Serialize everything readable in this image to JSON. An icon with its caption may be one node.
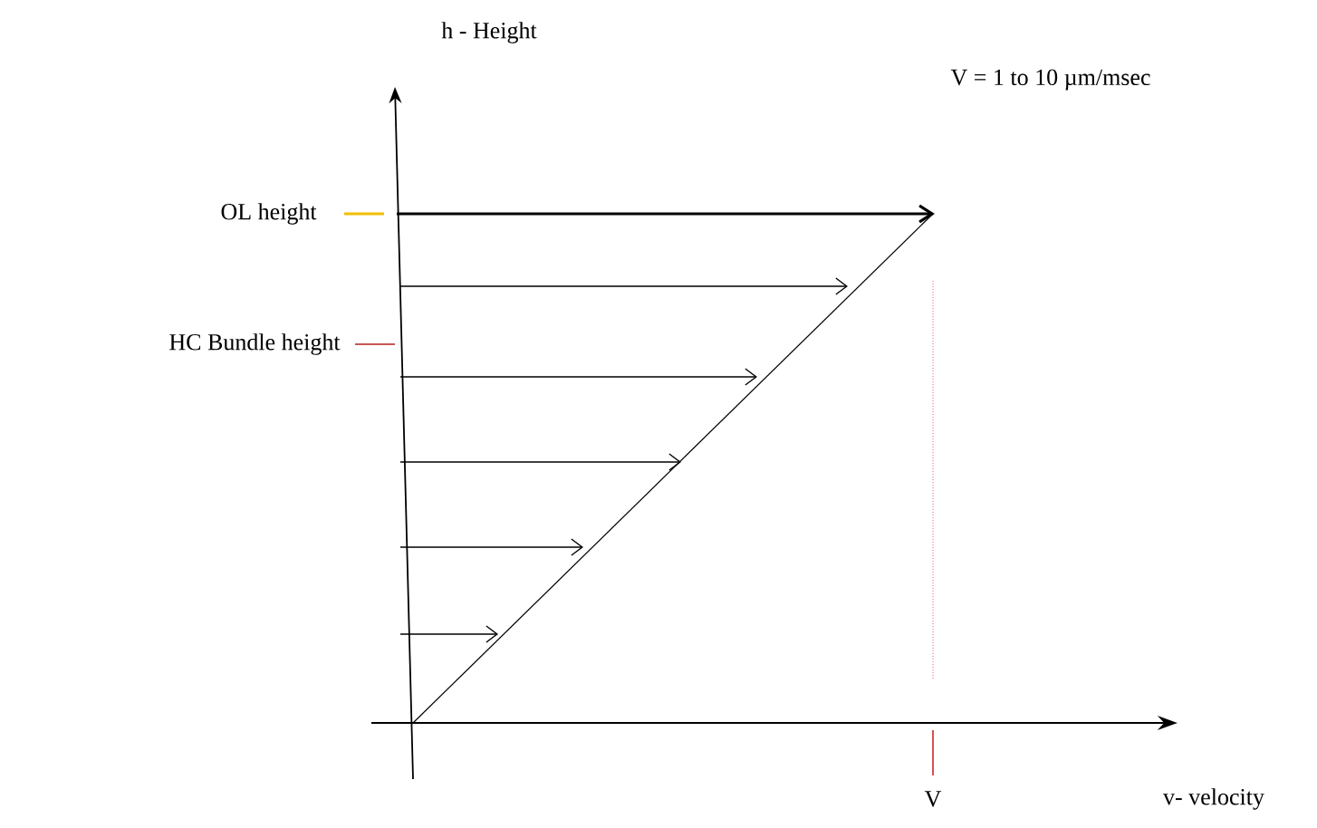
{
  "diagram": {
    "labels": [
      "h - Height",
      "V = 1 to 10 µm/msec",
      "OL height",
      "HC Bundle height",
      "V",
      "v- velocity"
    ]
  }
}
